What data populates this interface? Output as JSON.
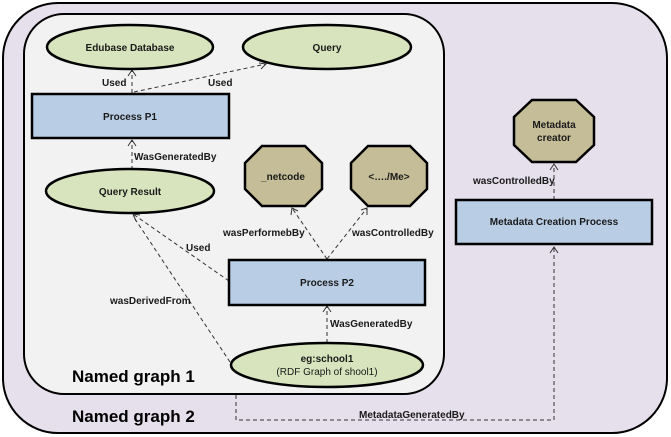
{
  "diagram": {
    "colors": {
      "named_graph_2_fill": "#e6e0ec",
      "named_graph_1_fill": "#f2f2f2",
      "entity_fill": "#d7e4bd",
      "process_fill": "#b9cde5",
      "agent_fill": "#c4bd97",
      "stroke": "#000000"
    },
    "containers": {
      "named_graph_1": "Named graph 1",
      "named_graph_2": "Named graph 2"
    },
    "nodes": {
      "edubase_database": {
        "label": "Edubase Database",
        "type": "entity"
      },
      "query": {
        "label": "Query",
        "type": "entity"
      },
      "process_p1": {
        "label": "Process P1",
        "type": "process"
      },
      "query_result": {
        "label": "Query Result",
        "type": "entity"
      },
      "netcode": {
        "label": "_netcode",
        "type": "agent"
      },
      "me": {
        "label": "<…./Me>",
        "type": "agent"
      },
      "process_p2": {
        "label": "Process P2",
        "type": "process"
      },
      "eg_school1": {
        "label": "eg:school1",
        "sublabel": "(RDF Graph of shool1)",
        "type": "entity"
      },
      "metadata_creator": {
        "label_line1": "Metadata",
        "label_line2": "creator",
        "type": "agent"
      },
      "metadata_creation_process": {
        "label": "Metadata Creation Process",
        "type": "process"
      }
    },
    "edges": {
      "p1_used_edubase": {
        "label": "Used",
        "from": "Process P1",
        "to": "Edubase Database"
      },
      "p1_used_query": {
        "label": "Used",
        "from": "Process P1",
        "to": "Query"
      },
      "queryresult_generated_by_p1": {
        "label": "WasGeneratedBy",
        "from": "Query Result",
        "to": "Process P1"
      },
      "p2_performed_by_netcode": {
        "label": "wasPerformebBy",
        "from": "Process P2",
        "to": "_netcode"
      },
      "p2_controlled_by_me": {
        "label": "wasControlledBy",
        "from": "Process P2",
        "to": "<…./Me>"
      },
      "p2_used_queryresult": {
        "label": "Used",
        "from": "Process P2",
        "to": "Query Result"
      },
      "school1_derived_from_queryresult": {
        "label": "wasDerivedFrom",
        "from": "eg:school1",
        "to": "Query Result"
      },
      "school1_generated_by_p2": {
        "label": "WasGeneratedBy",
        "from": "eg:school1",
        "to": "Process P2"
      },
      "mcp_controlled_by_creator": {
        "label": "wasControlledBy",
        "from": "Metadata Creation Process",
        "to": "Metadata creator"
      },
      "metadata_generated_by": {
        "label": "MetadataGeneratedBy",
        "from": "Named graph 1",
        "to": "Metadata Creation Process"
      }
    }
  }
}
